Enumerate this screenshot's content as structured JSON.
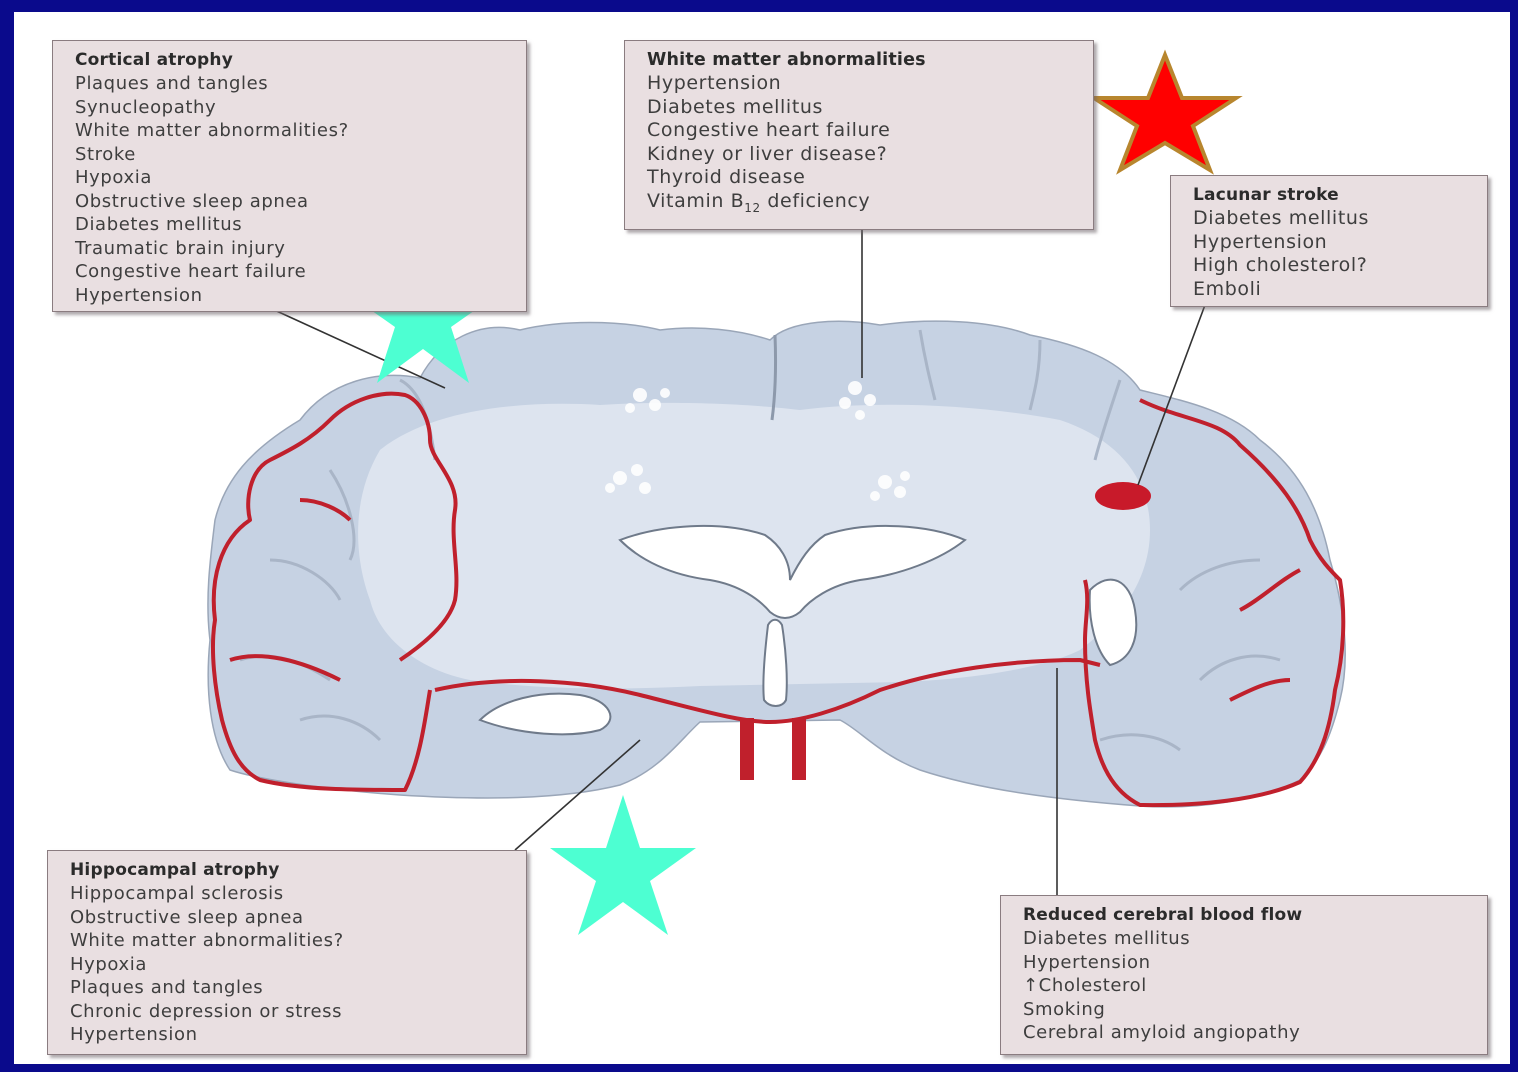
{
  "boxes": {
    "cortical": {
      "title": "Cortical atrophy",
      "items": [
        "Plaques and tangles",
        "Synucleopathy",
        "White matter abnormalities?",
        "Stroke",
        "Hypoxia",
        "Obstructive sleep apnea",
        "Diabetes mellitus",
        "Traumatic brain injury",
        "Congestive heart failure",
        "Hypertension"
      ]
    },
    "white_matter": {
      "title": "White matter abnormalities",
      "items": [
        "Hypertension",
        "Diabetes mellitus",
        "Congestive heart failure",
        "Kidney or liver disease?",
        "Thyroid disease"
      ],
      "vitamin_prefix": "Vitamin B",
      "vitamin_subscript": "12",
      "vitamin_suffix": " deficiency"
    },
    "lacunar": {
      "title": "Lacunar stroke",
      "items": [
        "Diabetes mellitus",
        "Hypertension",
        "High cholesterol?",
        "Emboli"
      ]
    },
    "hippocampal": {
      "title": "Hippocampal atrophy",
      "items": [
        "Hippocampal sclerosis",
        "Obstructive sleep apnea",
        "White matter abnormalities?",
        "Hypoxia",
        "Plaques and tangles",
        "Chronic depression or stress",
        "Hypertension"
      ]
    },
    "reduced_flow": {
      "title": "Reduced cerebral blood flow",
      "items": [
        "Diabetes mellitus",
        "Hypertension",
        "↑Cholesterol",
        "Smoking",
        "Cerebral amyloid angiopathy"
      ]
    }
  },
  "colors": {
    "background": "#0a0a8c",
    "brain_fill": "#c6d2e3",
    "white_matter": "#dde4ef",
    "vessel": "#c0202c",
    "star_teal": "#4dffd2",
    "star_red": "#ff0000",
    "star_red_outline": "#b8862e"
  },
  "markers": [
    "teal-star-cortical",
    "teal-star-hippocampal",
    "red-star-white-matter"
  ]
}
